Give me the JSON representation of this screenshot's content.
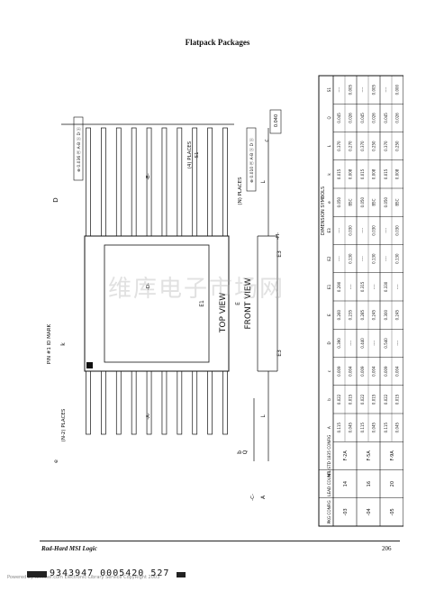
{
  "page": {
    "title": "Flatpack Packages",
    "footer_left": "Rad-Hard MSI Logic",
    "footer_right": "206",
    "watermark": "维库电子市场网",
    "barcode_text": "9343947 0005420 527",
    "powered_by": "Powered by ICminer.com Electronic-Library Service CopyRight 2003"
  },
  "drawing": {
    "labels": {
      "pin1": "PIN #1 ID MARK",
      "top_view": "TOP VIEW",
      "front_view": "FRONT VIEW",
      "places_4": "(4) PLACES",
      "places_n": "(N) PLACES",
      "places_n2": "(N-2) PLACES",
      "tol1": "⊕ 0.036 ⓜ A-B ⓢ D ⓢ",
      "tol2": "⊕ 0.010 ⓜ A-B ⓢ D ⓢ",
      "dim_040": "0.040",
      "dim_D": "D",
      "dim_E": "E",
      "dim_E1": "E1",
      "dim_E3": "E3",
      "dim_L": "L",
      "dim_Q": "Q",
      "dim_A": "A",
      "dim_c": "c",
      "dim_e": "e",
      "dim_b": "b",
      "dim_k": "k",
      "dim_S1": "S1",
      "datum_A": "-A-",
      "datum_B": "-B-",
      "datum_C": "-C-",
      "datum_D": "-D-",
      "datum_H": "-H-"
    }
  },
  "table": {
    "title": "DIMENSION SYMBOLS",
    "head_left": [
      "PKG CONFIG",
      "LEAD COUNT",
      "MIL-STD 1835 CONFIG"
    ],
    "head_right": [
      "A",
      "b",
      "c",
      "D",
      "E",
      "E1",
      "E2",
      "E3",
      "e",
      "k",
      "L",
      "Q",
      "S1"
    ],
    "rows": [
      {
        "config": "-03",
        "lead": "14",
        "mil": "F-2A",
        "max": [
          "0.115",
          "0.022",
          "0.009",
          "0.390",
          "0.260",
          "0.290",
          "----",
          "----",
          "0.050",
          "0.015",
          "0.370",
          "0.045",
          "----"
        ],
        "min": [
          "0.045",
          "0.015",
          "0.004",
          "----",
          "0.235",
          "----",
          "0.130",
          "0.030",
          "BSC",
          "0.008",
          "0.270",
          "0.026",
          "0.005"
        ]
      },
      {
        "config": "-04",
        "lead": "16",
        "mil": "F-5A",
        "max": [
          "0.115",
          "0.022",
          "0.009",
          "0.440",
          "0.285",
          "0.315",
          "----",
          "----",
          "0.050",
          "0.015",
          "0.370",
          "0.045",
          "----"
        ],
        "min": [
          "0.045",
          "0.015",
          "0.004",
          "----",
          "0.245",
          "----",
          "0.130",
          "0.030",
          "BSC",
          "0.008",
          "0.250",
          "0.026",
          "0.005"
        ]
      },
      {
        "config": "-05",
        "lead": "20",
        "mil": "F-9A",
        "max": [
          "0.115",
          "0.022",
          "0.009",
          "0.540",
          "0.300",
          "0.330",
          "----",
          "----",
          "0.050",
          "0.015",
          "0.370",
          "0.045",
          "----"
        ],
        "min": [
          "0.045",
          "0.015",
          "0.004",
          "----",
          "0.245",
          "----",
          "0.130",
          "0.030",
          "BSC",
          "0.008",
          "0.250",
          "0.026",
          "0.000"
        ]
      }
    ]
  }
}
